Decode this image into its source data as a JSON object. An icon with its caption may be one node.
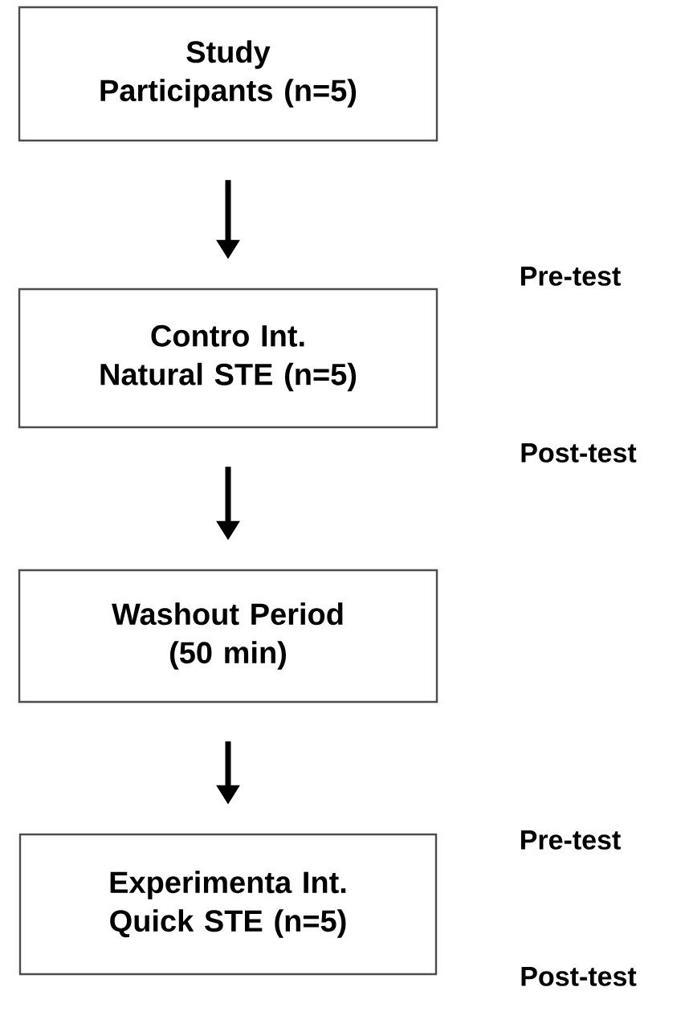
{
  "diagram": {
    "nodes": [
      {
        "text": [
          "Study Participants (n=5)"
        ]
      },
      {
        "text": [
          "Contro Int. Natural STE (n=5)"
        ],
        "beside": [
          "Pre-test",
          "Post-test"
        ]
      },
      {
        "text": [
          "Washout Period (50 min)"
        ]
      },
      {
        "text": [
          "Experimenta Int. Quick STE (n=5)"
        ],
        "beside": [
          "Pre-test",
          "Post-test"
        ]
      }
    ],
    "edges": [
      {
        "from": 0,
        "to": 1,
        "arrow": "to"
      },
      {
        "from": 1,
        "to": 2,
        "arrow": "to"
      },
      {
        "from": 2,
        "to": 3,
        "arrow": "to"
      }
    ]
  }
}
